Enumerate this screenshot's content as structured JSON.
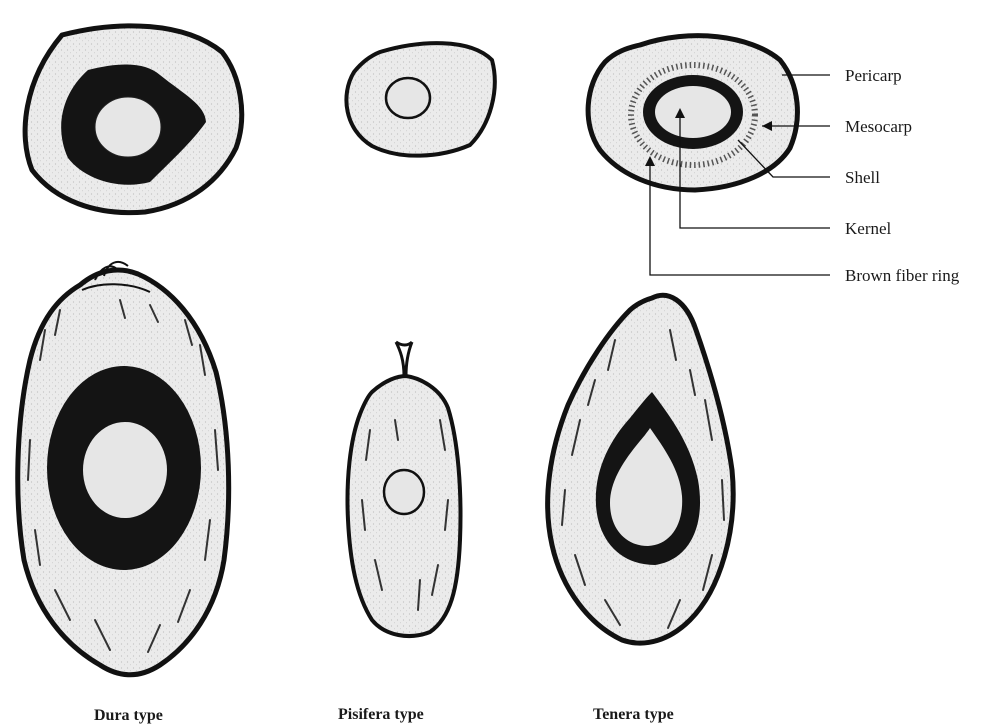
{
  "figure": {
    "labels": {
      "pericarp": "Pericarp",
      "mesocarp": "Mesocarp",
      "shell": "Shell",
      "kernel": "Kernel",
      "brown_fiber_ring": "Brown fiber ring"
    },
    "captions": {
      "dura": "Dura  type",
      "pisifera": "Pisifera type",
      "tenera": "Tenera type"
    }
  },
  "colors": {
    "ink": "#111111",
    "fruit_fill": "#ebebeb",
    "kernel_fill": "#e6e6e6",
    "shell_fill": "#141414",
    "background": "#ffffff"
  }
}
